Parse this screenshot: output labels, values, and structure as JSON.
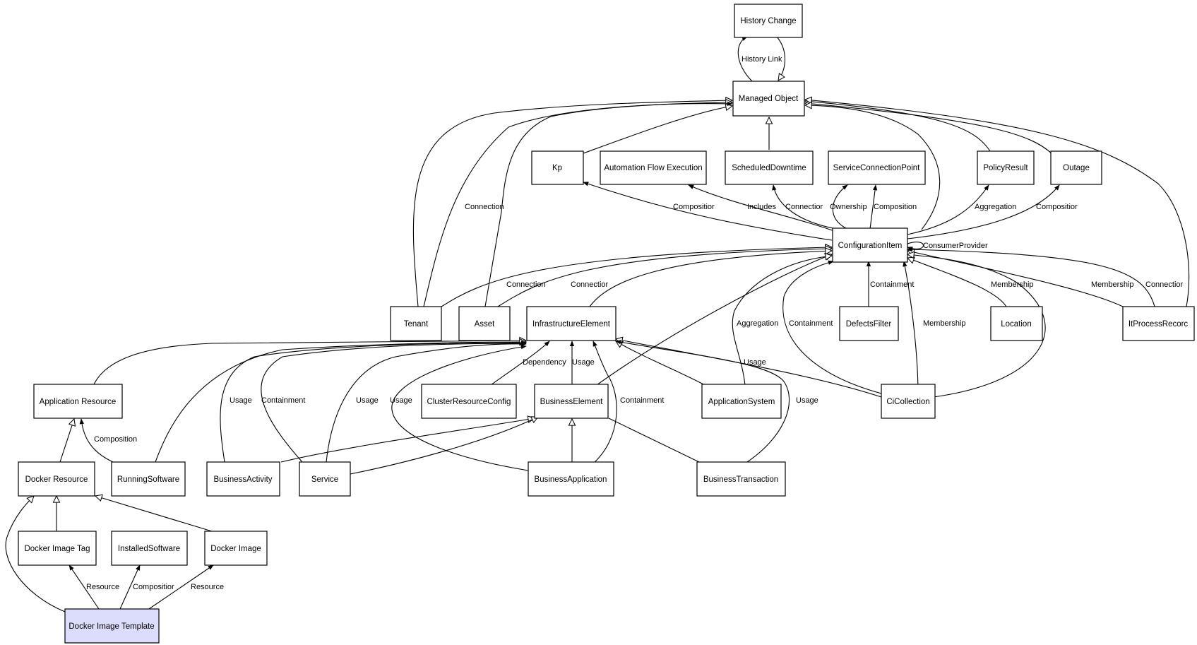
{
  "nodes": {
    "history_change": "History Change",
    "managed_object": "Managed Object",
    "kp": "Kp",
    "automation_flow_execution": "Automation Flow Execution",
    "scheduled_downtime": "ScheduledDowntime",
    "service_connection_point": "ServiceConnectionPoint",
    "policy_result": "PolicyResult",
    "outage": "Outage",
    "configuration_item": "ConfigurationItem",
    "tenant": "Tenant",
    "asset": "Asset",
    "infrastructure_element": "InfrastructureElement",
    "defects_filter": "DefectsFilter",
    "location": "Location",
    "it_process_record": "ItProcessRecorc",
    "application_resource": "Application Resource",
    "cluster_resource_config": "ClusterResourceConfig",
    "business_element": "BusinessElement",
    "application_system": "ApplicationSystem",
    "ci_collection": "CiCollection",
    "docker_resource": "Docker Resource",
    "running_software": "RunningSoftware",
    "business_activity": "BusinessActivity",
    "service": "Service",
    "business_application": "BusinessApplication",
    "business_transaction": "BusinessTransaction",
    "docker_image_tag": "Docker Image Tag",
    "installed_software": "InstalledSoftware",
    "docker_image": "Docker Image",
    "docker_image_template": "Docker Image Template"
  },
  "edge_labels": {
    "history_link": "History Link",
    "tenant_mo_connection": "Connection",
    "ci_kp": "Compositior",
    "ci_afe": "Includes",
    "ci_sd": "Connectior",
    "ci_scp_ownership": "Ownership",
    "ci_scp_composition": "Composition",
    "ci_policy": "Aggregation",
    "ci_outage": "Compositior",
    "ci_self": "ConsumerProvider",
    "tenant_ci": "Connection",
    "asset_ci": "Connectior",
    "defects_ci": "Containment",
    "location_ci": "Membership",
    "itp_ci_membership": "Membership",
    "itp_ci_connection": "Connectior",
    "appsys_ci": "Aggregation",
    "cicoll_ci_containment": "Containment",
    "cicoll_ci_membership": "Membership",
    "crc_ie": "Dependency",
    "be_ie": "Usage",
    "cicoll_ie": "Usage",
    "ba_ie_usage": "Usage",
    "service_ie_containment": "Containment",
    "service_ie_usage": "Usage",
    "bapp_ie_usage": "Usage",
    "bapp_ie_containment": "Containment",
    "btx_ie": "Usage",
    "rs_ar": "Composition",
    "dit_dit": "Resource",
    "dit_is": "Compositior",
    "dit_di": "Resource"
  }
}
